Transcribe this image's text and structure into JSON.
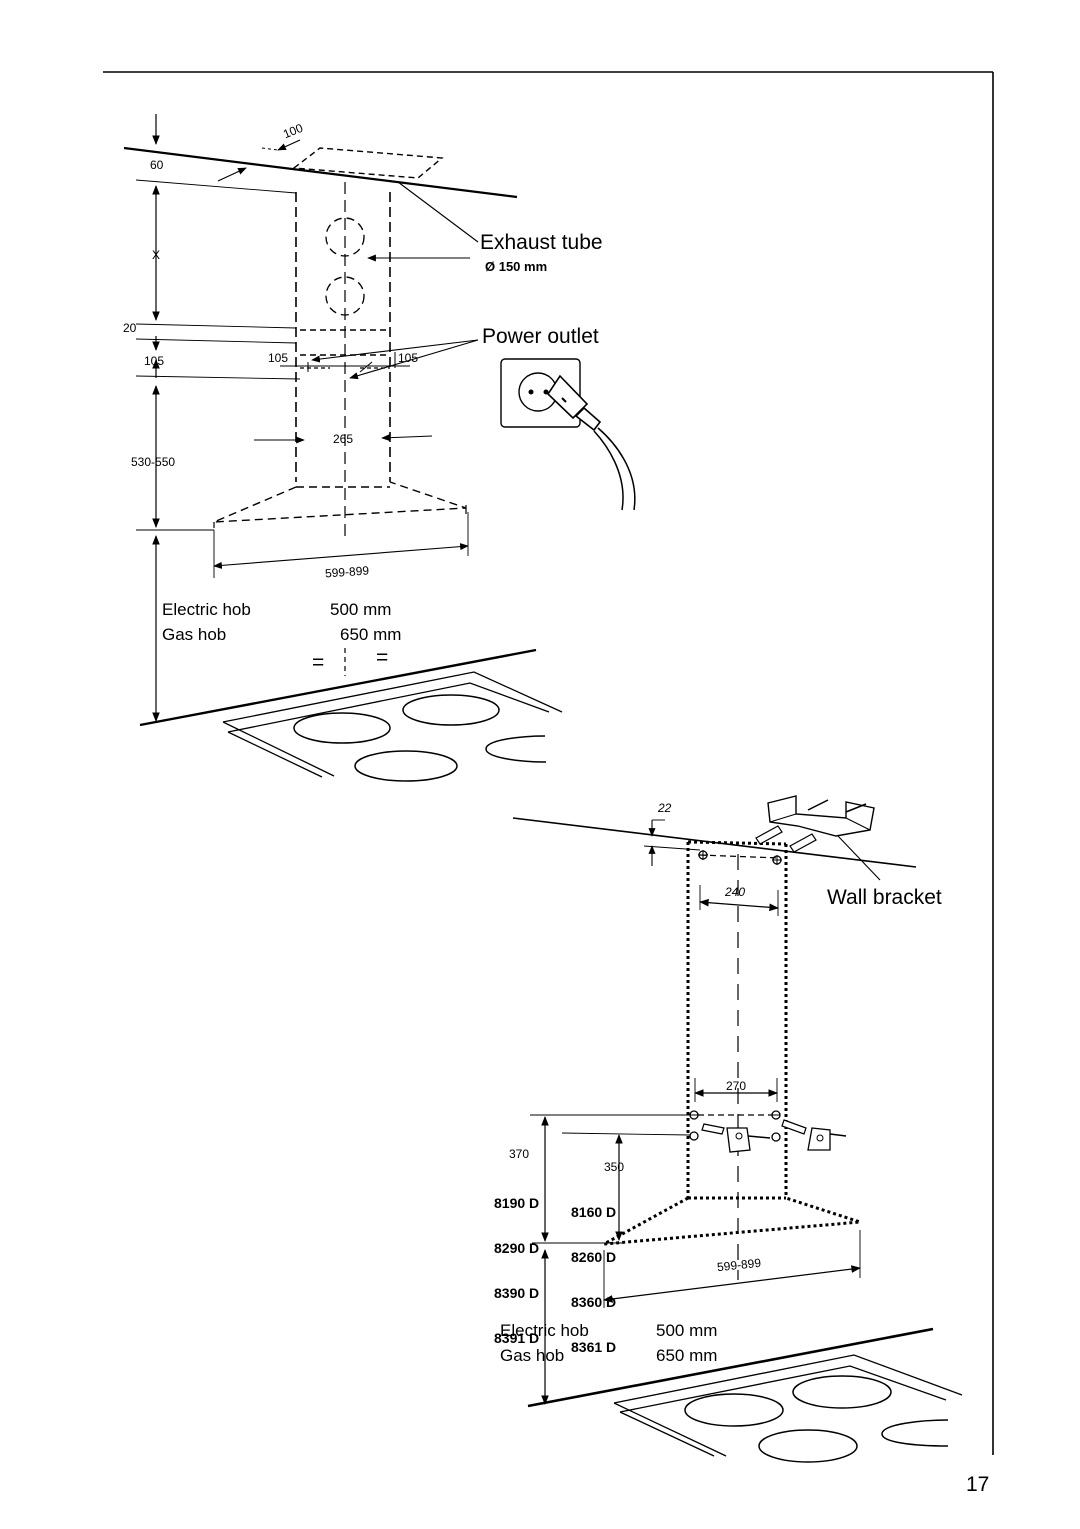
{
  "page_number": "17",
  "top_figure": {
    "dim_100": "100",
    "dim_60": "60",
    "dim_x": "X",
    "dim_20": "20",
    "dim_105_left": "105",
    "dim_105_a": "105",
    "dim_105_b": "105",
    "dim_265": "265",
    "dim_530_550": "530-550",
    "dim_599_899": "599-899",
    "exhaust_label": "Exhaust tube",
    "exhaust_diameter": "Ø 150 mm",
    "power_label": "Power outlet",
    "hob_rows": [
      {
        "name": "Electric hob",
        "value": "500 mm"
      },
      {
        "name": "Gas hob",
        "value": "650 mm"
      }
    ],
    "equal_left": "=",
    "equal_right": "="
  },
  "bottom_figure": {
    "dim_22": "22",
    "dim_240": "240",
    "wall_bracket_label": "Wall bracket",
    "dim_270": "270",
    "dim_370": "370",
    "dim_350": "350",
    "models_370": [
      "8190 D",
      "8290 D",
      "8390 D",
      "8391 D"
    ],
    "models_350": [
      "8160 D",
      "8260 D",
      "8360 D",
      "8361 D"
    ],
    "dim_599_899": "599-899",
    "hob_rows": [
      {
        "name": "Electric hob",
        "value": "500 mm"
      },
      {
        "name": "Gas hob",
        "value": "650 mm"
      }
    ]
  }
}
